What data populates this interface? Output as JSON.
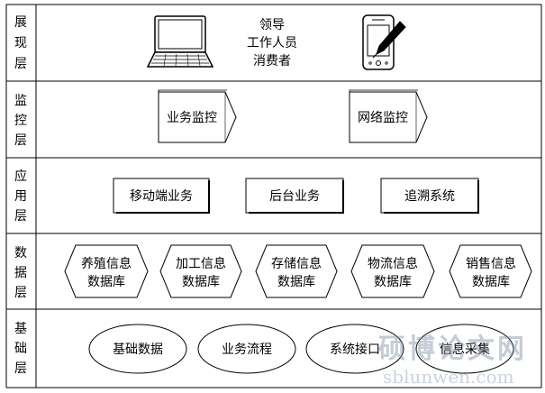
{
  "layers": [
    {
      "label": [
        "展",
        "现",
        "层"
      ]
    },
    {
      "label": [
        "监",
        "控",
        "层"
      ]
    },
    {
      "label": [
        "应",
        "用",
        "层"
      ]
    },
    {
      "label": [
        "数",
        "据",
        "层"
      ]
    },
    {
      "label": [
        "基",
        "础",
        "层"
      ]
    }
  ],
  "presentation": {
    "users": [
      "领导",
      "工作人员",
      "消费者"
    ],
    "icons": [
      "laptop-icon",
      "tablet-pen-icon"
    ]
  },
  "monitoring": {
    "items": [
      "业务监控",
      "网络监控"
    ]
  },
  "application": {
    "items": [
      "移动端业务",
      "后台业务",
      "追溯系统"
    ]
  },
  "data": {
    "items": [
      [
        "养殖信息",
        "数据库"
      ],
      [
        "加工信息",
        "数据库"
      ],
      [
        "存储信息",
        "数据库"
      ],
      [
        "物流信息",
        "数据库"
      ],
      [
        "销售信息",
        "数据库"
      ]
    ]
  },
  "foundation": {
    "items": [
      "基础数据",
      "业务流程",
      "系统接口",
      "信息采集"
    ]
  },
  "watermark": {
    "title": "硕博论文网",
    "url": "sblunwen.com"
  }
}
